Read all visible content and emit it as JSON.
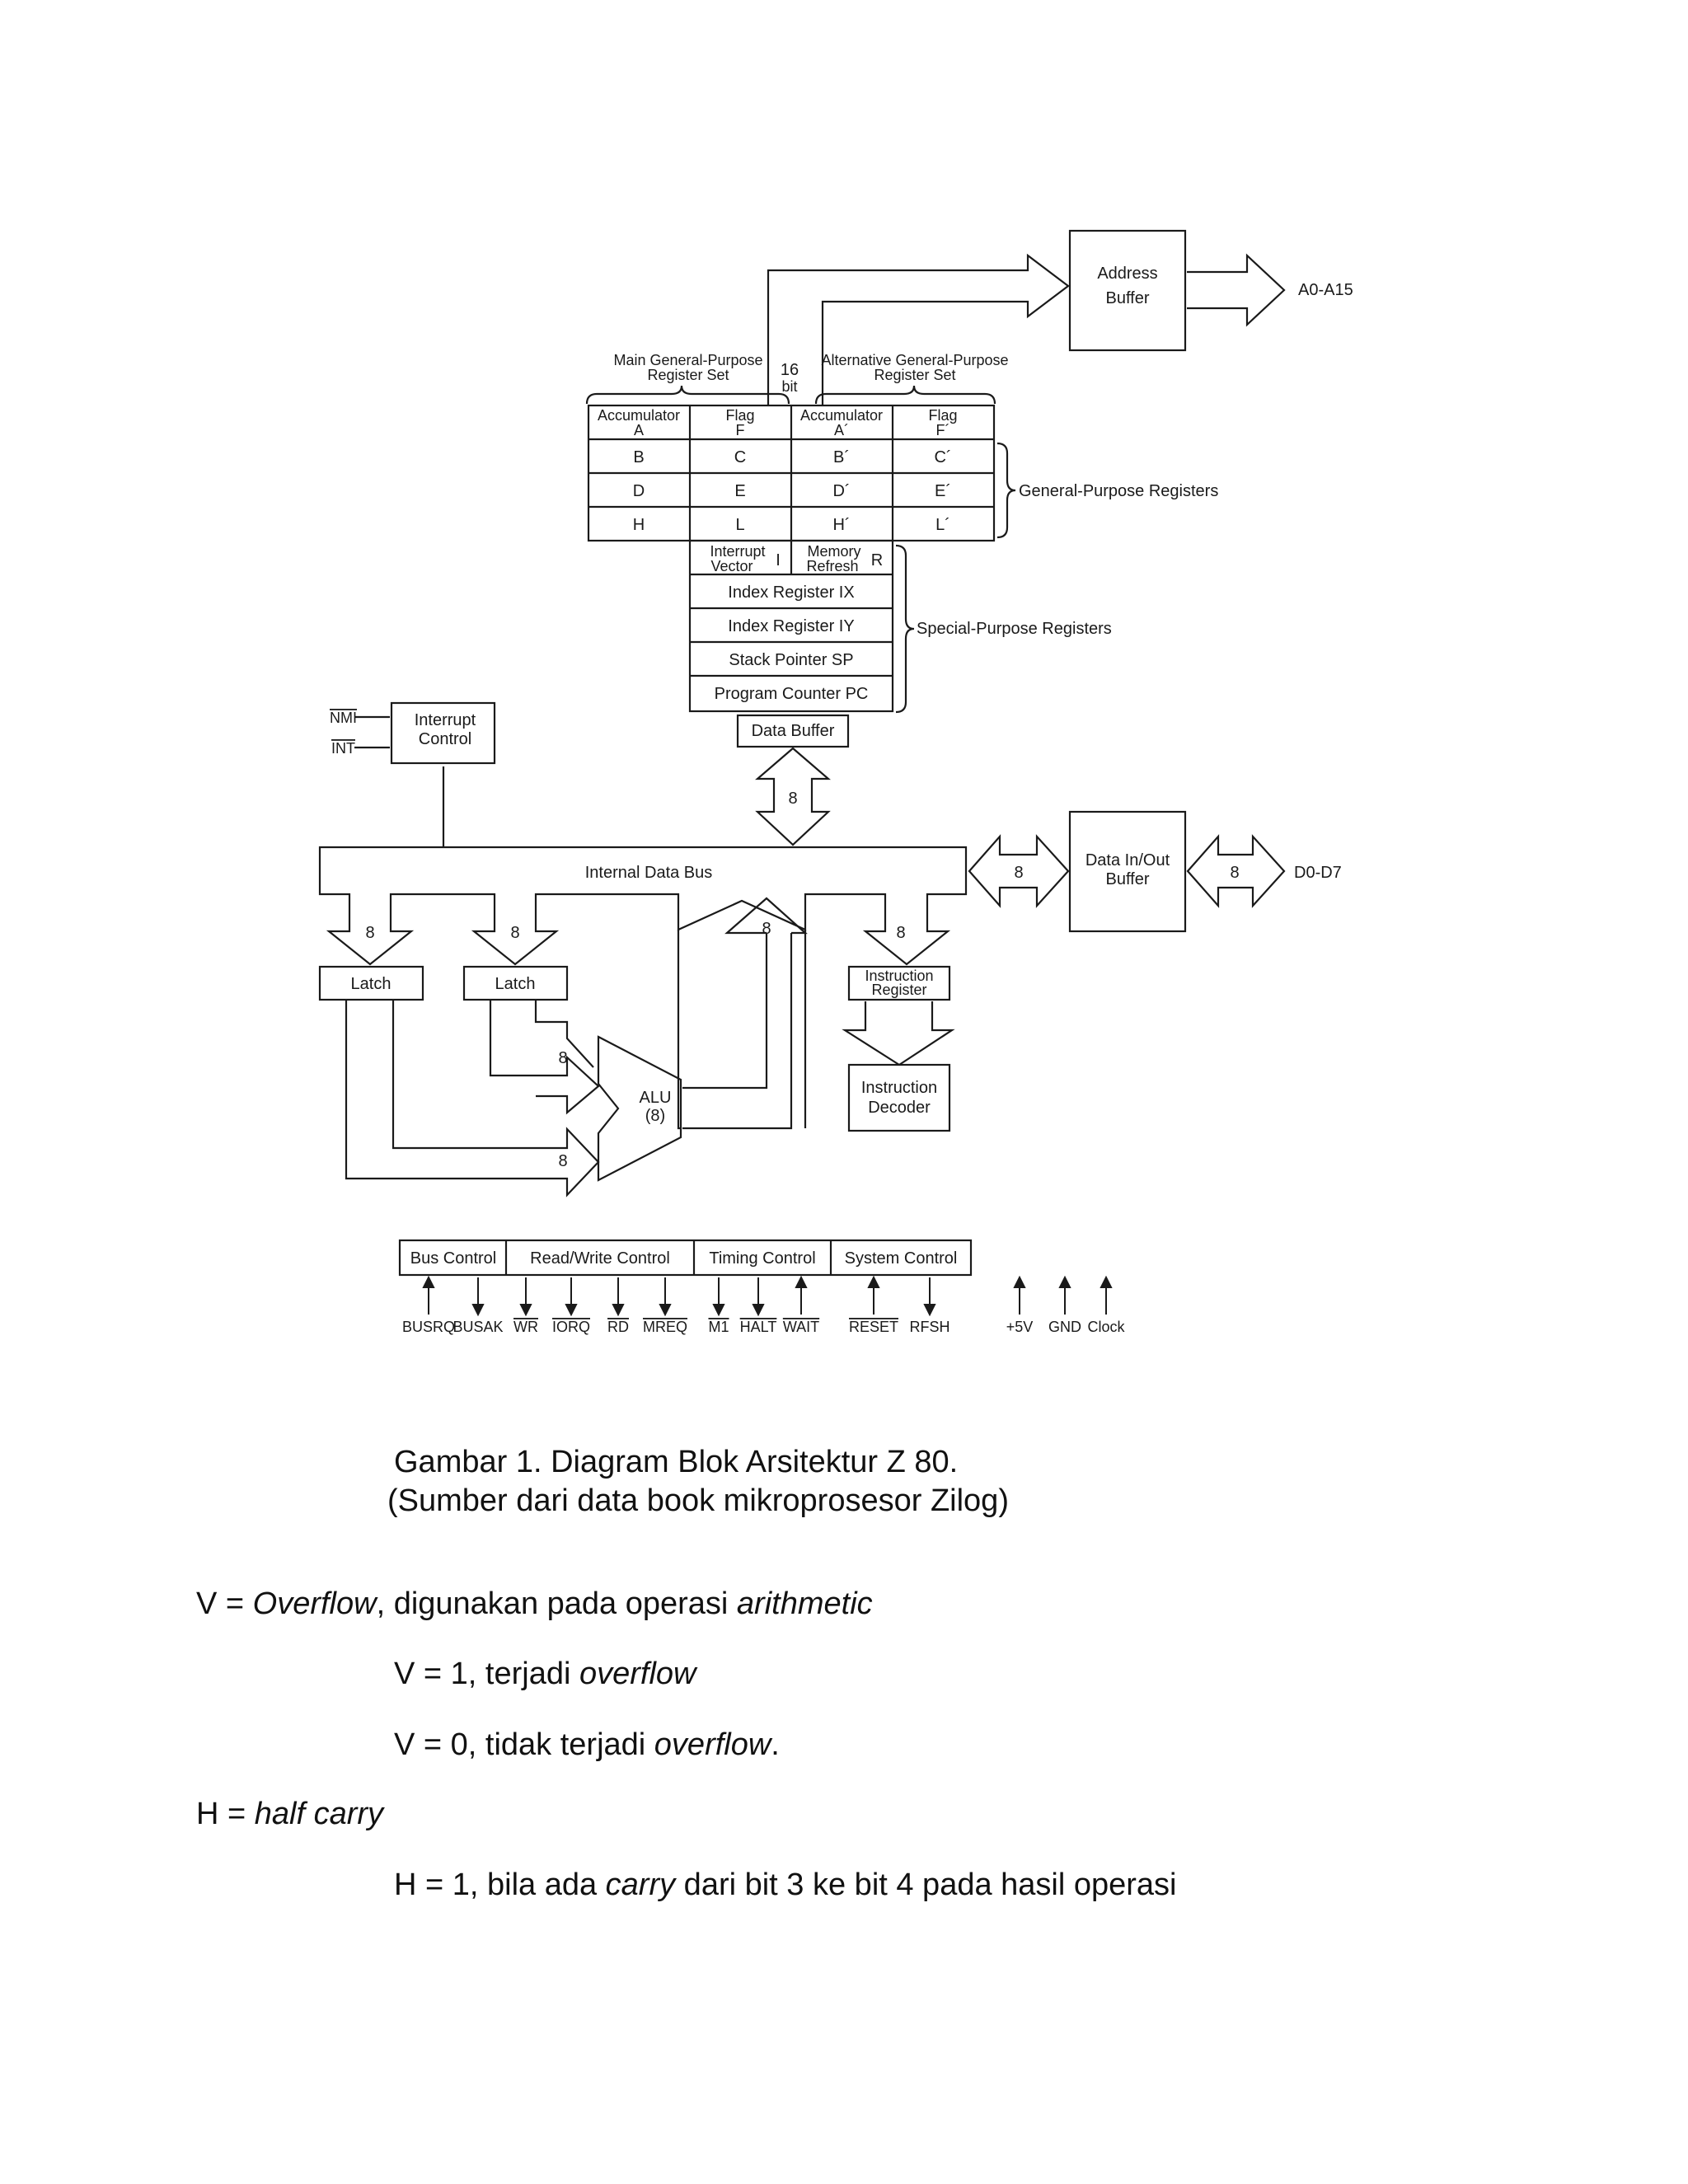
{
  "diagram": {
    "address_buffer": [
      "Address",
      "Buffer"
    ],
    "address_out": "A0-A15",
    "main_set": [
      "Main General-Purpose",
      "Register Set"
    ],
    "alt_set": [
      "Alternative General-Purpose",
      "Register Set"
    ],
    "bus_width": [
      "16",
      "bit"
    ],
    "main_regs": [
      [
        [
          "Accumulator",
          "A"
        ],
        [
          "Flag",
          "F"
        ]
      ],
      [
        [
          "B"
        ],
        [
          "C"
        ]
      ],
      [
        [
          "D"
        ],
        [
          "E"
        ]
      ],
      [
        [
          "H"
        ],
        [
          "L"
        ]
      ]
    ],
    "alt_regs": [
      [
        [
          "Accumulator",
          "A´"
        ],
        [
          "Flag",
          "F´"
        ]
      ],
      [
        [
          "B´"
        ],
        [
          "C´"
        ]
      ],
      [
        [
          "D´"
        ],
        [
          "E´"
        ]
      ],
      [
        [
          "H´"
        ],
        [
          "L´"
        ]
      ]
    ],
    "gp_registers": "General-Purpose Registers",
    "interrupt_vector": [
      "Interrupt",
      "Vector"
    ],
    "interrupt_vector_id": "I",
    "memory_refresh": [
      "Memory",
      "Refresh"
    ],
    "memory_refresh_id": "R",
    "special_regs": [
      "Index Register IX",
      "Index Register IY",
      "Stack Pointer SP",
      "Program Counter PC"
    ],
    "special_purpose": "Special-Purpose Registers",
    "data_buffer": "Data Buffer",
    "nmi": "NMI",
    "int": "INT",
    "interrupt_control": [
      "Interrupt",
      "Control"
    ],
    "internal_bus": "Internal Data Bus",
    "width8": "8",
    "data_io_buffer": [
      "Data In/Out",
      "Buffer"
    ],
    "data_out": "D0-D7",
    "latch": "Latch",
    "instruction_register": [
      "Instruction",
      "Register"
    ],
    "instruction_decoder": [
      "Instruction",
      "Decoder"
    ],
    "alu": [
      "ALU",
      "(8)"
    ],
    "control_groups": [
      "Bus Control",
      "Read/Write Control",
      "Timing Control",
      "System Control"
    ],
    "signals": [
      "BUSRQ",
      "BUSAK",
      "WR",
      "IORQ",
      "RD",
      "MREQ",
      "M1",
      "HALT",
      "WAIT",
      "RESET",
      "RFSH"
    ],
    "power": [
      "+5V",
      "GND",
      "Clock"
    ]
  },
  "caption": {
    "line1": "Gambar 1. Diagram Blok Arsitektur Z 80.",
    "line2": "(Sumber dari data book mikroprosesor Zilog)"
  },
  "body": {
    "v_def": {
      "pre": "V = ",
      "term": "Overflow",
      "mid": ", digunakan pada operasi ",
      "term2": "arithmetic"
    },
    "v1": {
      "pre": "V = 1, terjadi ",
      "term": "overflow",
      "post": ""
    },
    "v0": {
      "pre": "V = 0, tidak terjadi ",
      "term": "overflow",
      "post": "."
    },
    "h_def": {
      "pre": "H = ",
      "term": "half carry"
    },
    "h1": {
      "pre": "H = 1, bila ada ",
      "term": "carry",
      "post": " dari bit 3 ke bit 4 pada hasil operasi"
    }
  }
}
